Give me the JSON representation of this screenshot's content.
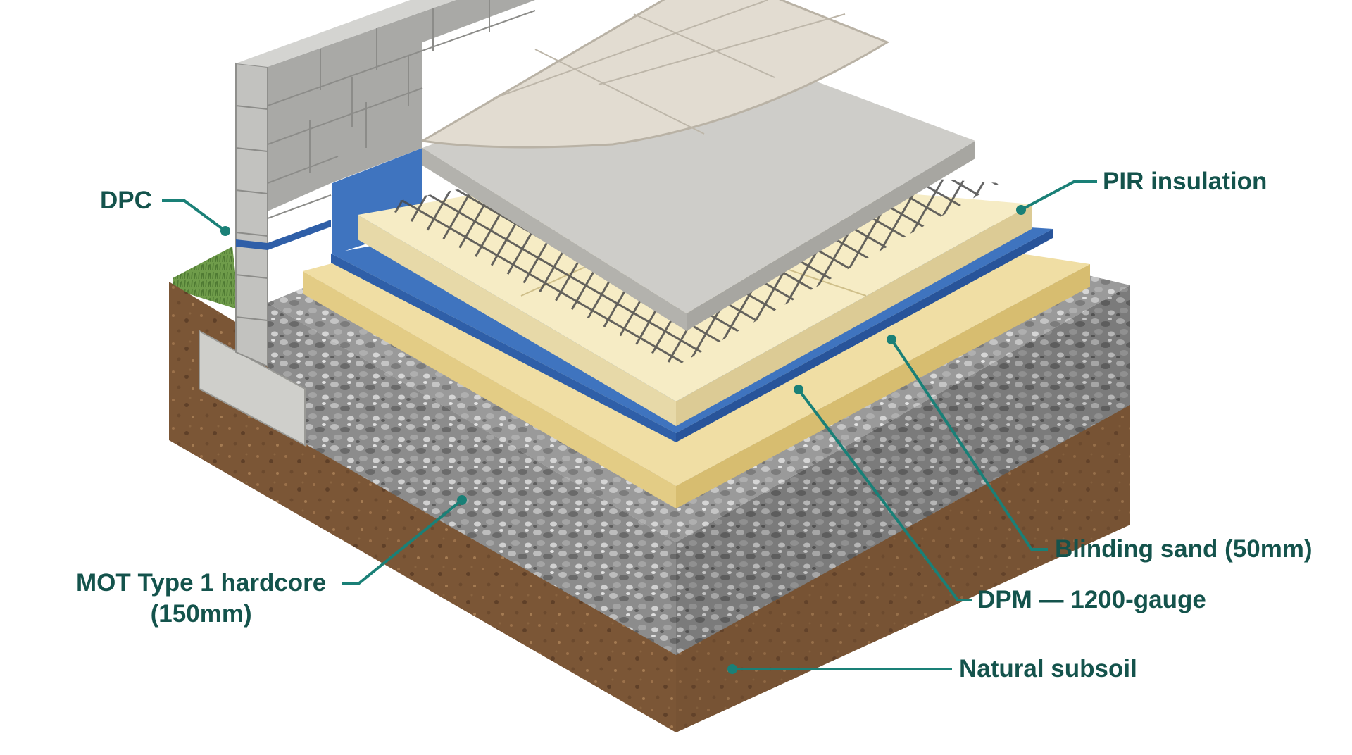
{
  "labels": {
    "dpc": "DPC",
    "pir": "PIR insulation",
    "hardcore_line1": "MOT Type 1 hardcore",
    "hardcore_line2": "(150mm)",
    "blinding": "Blinding sand (50mm)",
    "dpm": "DPM — 1200-gauge",
    "subsoil": "Natural subsoil"
  },
  "colors": {
    "label_text": "#14534c",
    "leader": "#1a8077",
    "soil": "#7b5636",
    "hardcore": "#8e8e8e",
    "sand": "#f0dea4",
    "pir": "#f6ecc5",
    "dpm": "#3f74bf",
    "concrete": "#c9c8c3",
    "block": "#b5b5b2",
    "tile": "#e2dcd1",
    "grass": "#77a352"
  }
}
